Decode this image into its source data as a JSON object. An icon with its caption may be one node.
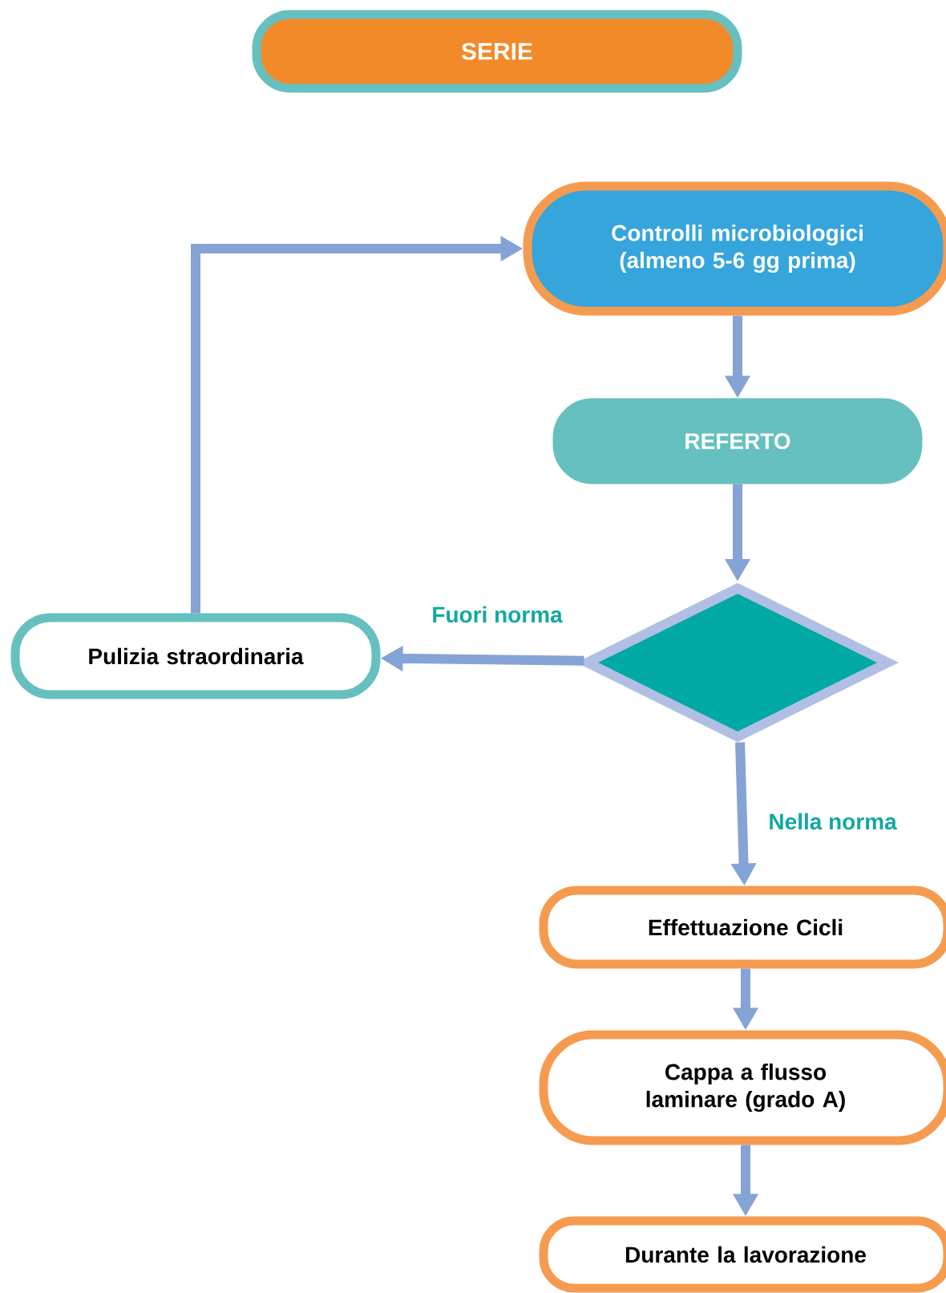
{
  "diagram": {
    "nodes": [
      {
        "text": [
          "SERIE"
        ]
      },
      {
        "text": [
          "Controlli microbiologici (almeno 5-6 gg prima)"
        ]
      },
      {
        "text": [
          "REFERTO"
        ]
      },
      {
        "text": [],
        "shape": "diamond"
      },
      {
        "text": [
          "Pulizia straordinaria"
        ]
      },
      {
        "text": [
          "Effettuazione Cicli"
        ]
      },
      {
        "text": [
          "Cappa a flusso laminare (grado A)"
        ]
      },
      {
        "text": [
          "Durante la lavorazione"
        ]
      }
    ],
    "edges": [
      {
        "from": 1,
        "to": 2,
        "arrow": "to"
      },
      {
        "from": 2,
        "to": 3,
        "arrow": "to"
      },
      {
        "from": 3,
        "to": 4,
        "arrow": "to",
        "label": "Fuori norma"
      },
      {
        "from": 4,
        "to": 1,
        "arrow": "to"
      },
      {
        "from": 3,
        "to": 5,
        "arrow": "to",
        "label": "Nella norma"
      },
      {
        "from": 5,
        "to": 6,
        "arrow": "to"
      },
      {
        "from": 6,
        "to": 7,
        "arrow": "to"
      }
    ]
  }
}
